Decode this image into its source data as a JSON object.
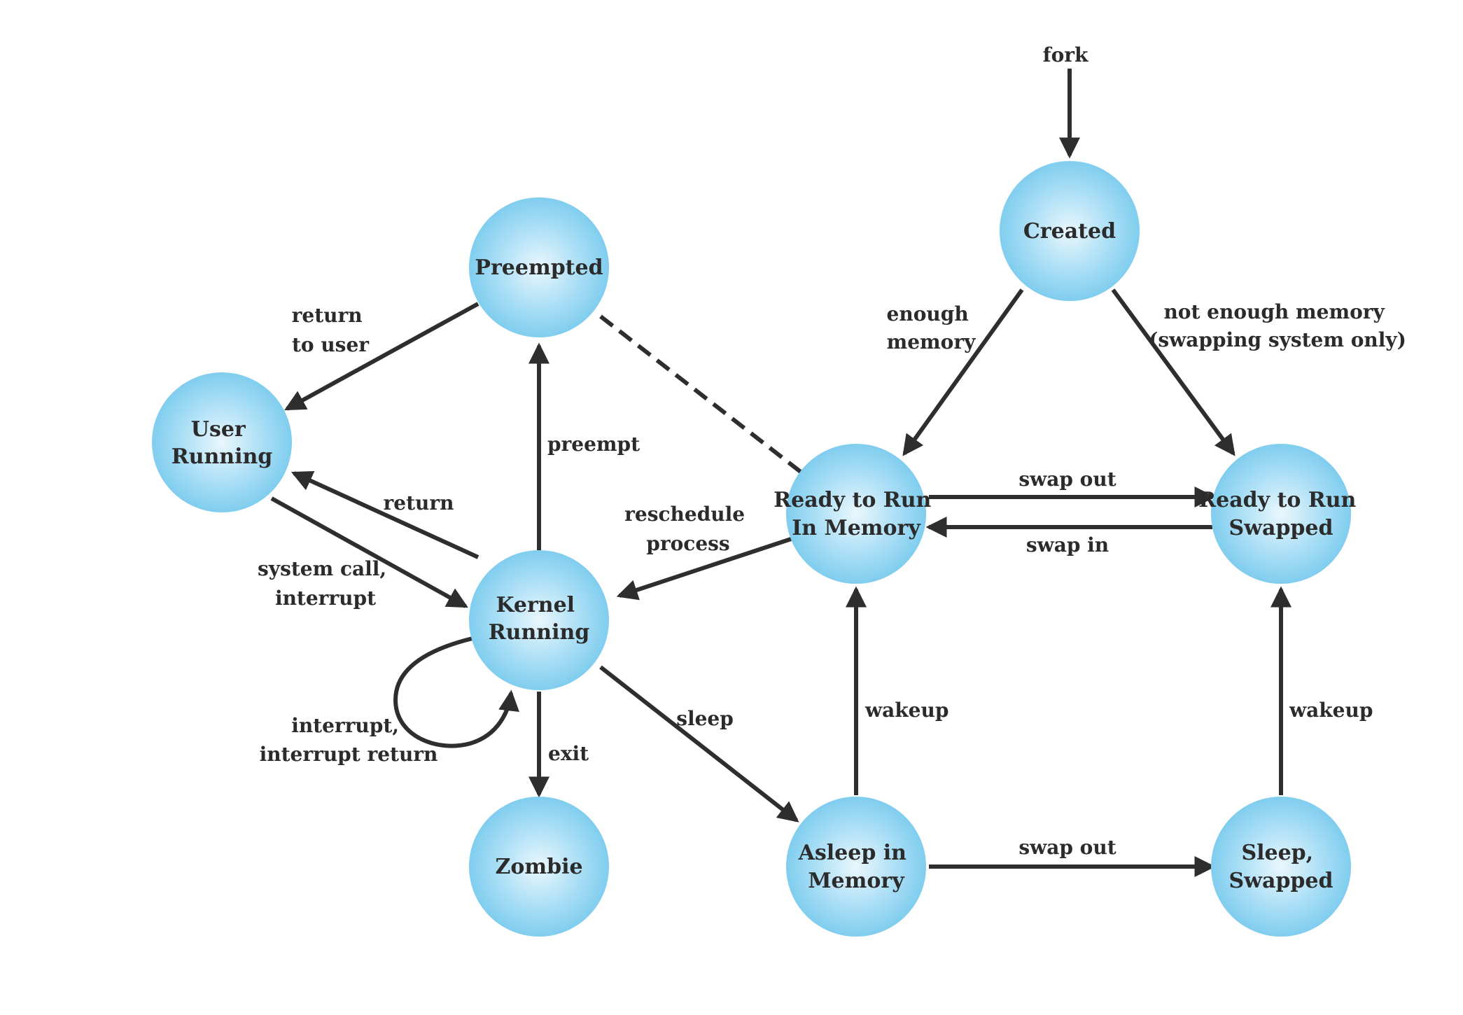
{
  "colors": {
    "node_center": "#eaf7fd",
    "node_mid": "#aee0f6",
    "node_edge": "#80cdef",
    "line": "#2e2e2e",
    "text": "#2b2b2b"
  },
  "nodes": {
    "preempted": {
      "lines": [
        "Preempted"
      ]
    },
    "user_running": {
      "lines": [
        "User",
        "Running"
      ]
    },
    "kernel_running": {
      "lines": [
        "Kernel",
        "Running"
      ]
    },
    "zombie": {
      "lines": [
        "Zombie"
      ]
    },
    "created": {
      "lines": [
        "Created"
      ]
    },
    "ready_mem": {
      "lines": [
        "Ready to Run",
        "In Memory"
      ]
    },
    "ready_swapped": {
      "lines": [
        "Ready to Run",
        "Swapped"
      ]
    },
    "asleep_mem": {
      "lines": [
        "Asleep in",
        "Memory"
      ]
    },
    "sleep_swapped": {
      "lines": [
        "Sleep,",
        "Swapped"
      ]
    }
  },
  "edges": {
    "fork": {
      "lines": [
        "fork"
      ]
    },
    "return_to_user": {
      "lines": [
        "return",
        "to user"
      ]
    },
    "return": {
      "lines": [
        "return"
      ]
    },
    "syscall": {
      "lines": [
        "system call,",
        "interrupt"
      ]
    },
    "preempt": {
      "lines": [
        "preempt"
      ]
    },
    "reschedule": {
      "lines": [
        "reschedule",
        "process"
      ]
    },
    "self_loop": {
      "lines": [
        "interrupt,",
        "interrupt return"
      ]
    },
    "exit": {
      "lines": [
        "exit"
      ]
    },
    "sleep": {
      "lines": [
        "sleep"
      ]
    },
    "enough_memory": {
      "lines": [
        "enough",
        "memory"
      ]
    },
    "not_enough_memory": {
      "lines": [
        "not enough memory",
        "(swapping system only)"
      ]
    },
    "swap_out_ready": {
      "lines": [
        "swap out"
      ]
    },
    "swap_in": {
      "lines": [
        "swap in"
      ]
    },
    "wakeup_mem": {
      "lines": [
        "wakeup"
      ]
    },
    "wakeup_swapped": {
      "lines": [
        "wakeup"
      ]
    },
    "swap_out_sleep": {
      "lines": [
        "swap out"
      ]
    }
  }
}
